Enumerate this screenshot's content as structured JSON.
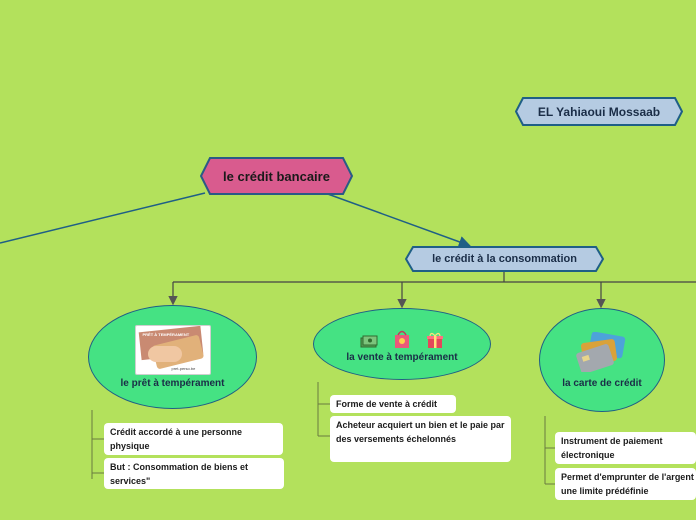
{
  "author": "EL Yahiaoui Mossaab",
  "root": "le crédit bancaire",
  "branch": "le crédit à la consommation",
  "children": [
    {
      "label": "le prêt à tempérament",
      "image_text": [
        "PRÊT À TEMPÉRAMENT",
        "pret-perso.be"
      ],
      "notes": [
        "Crédit accordé à une personne physique",
        "But : Consommation de biens et services\""
      ]
    },
    {
      "label": "la vente à tempérament",
      "icons": [
        "money-icon",
        "shopping-bag-icon",
        "gift-icon"
      ],
      "notes": [
        "Forme de vente à crédit",
        "Acheteur acquiert un bien et le paie par des versements échelonnés"
      ]
    },
    {
      "label": "la carte de crédit",
      "icons": [
        "credit-cards-icon"
      ],
      "notes": [
        "Instrument de paiement électronique",
        "Permet d'emprunter de l'argent jusqu'à une limite prédéfinie"
      ]
    }
  ],
  "colors": {
    "background": "#b3e15c",
    "root_fill": "#d95b8e",
    "branch_fill": "#b5cbe2",
    "ellipse_fill": "#45e283",
    "connector": "#1f5f86"
  }
}
